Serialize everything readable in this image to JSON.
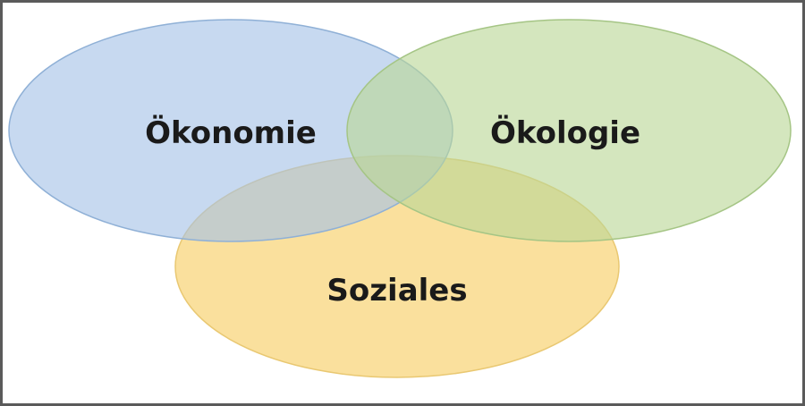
{
  "diagram": {
    "type": "venn-3",
    "sets": [
      {
        "label": "Ökonomie",
        "color": "#a4c2e6",
        "stroke": "#8fb0d6"
      },
      {
        "label": "Ökologie",
        "color": "#b9d796",
        "stroke": "#a5c585"
      },
      {
        "label": "Soziales",
        "color": "#f8d67c",
        "stroke": "#e9c872"
      }
    ]
  }
}
